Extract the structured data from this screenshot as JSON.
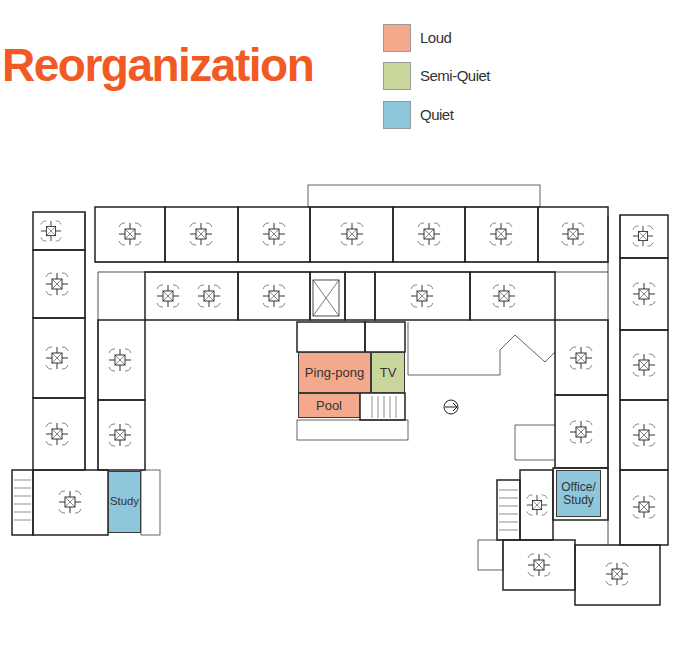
{
  "diagram": {
    "title": "Reorganization",
    "nodes": [
      {
        "text": [
          "Ping-pong"
        ]
      },
      {
        "text": [
          "TV"
        ]
      },
      {
        "text": [
          "Pool"
        ]
      },
      {
        "text": [
          "Study"
        ]
      },
      {
        "text": [
          "Office/ Study"
        ]
      }
    ],
    "legend": [
      {
        "text": "Loud",
        "color": "#f4a98c"
      },
      {
        "text": "Semi-Quiet",
        "color": "#c8d59b"
      },
      {
        "text": "Quiet",
        "color": "#8ec7dc"
      }
    ]
  }
}
